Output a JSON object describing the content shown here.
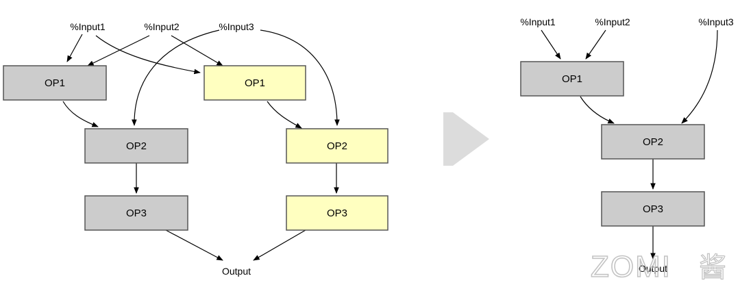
{
  "colors": {
    "gray_fill": "#cccccc",
    "yellow_fill": "#ffffc0",
    "box_stroke": "#555555",
    "edge": "#000000",
    "transition_arrow": "#dcdcdc",
    "watermark": "#b9b9b9"
  },
  "left": {
    "inputs": [
      "%Input1",
      "%Input2",
      "%Input3"
    ],
    "branch_a": [
      "OP1",
      "OP2",
      "OP3"
    ],
    "branch_b": [
      "OP1",
      "OP2",
      "OP3"
    ],
    "output": "Output"
  },
  "right": {
    "inputs": [
      "%Input1",
      "%Input2",
      "%Input3"
    ],
    "ops": [
      "OP1",
      "OP2",
      "OP3"
    ],
    "output": "Output"
  },
  "watermark": {
    "text": "ZOMI",
    "glyph": "酱"
  }
}
